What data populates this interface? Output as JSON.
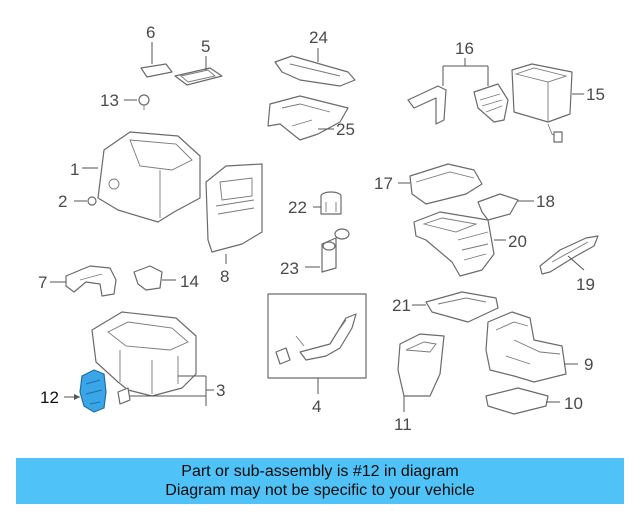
{
  "callouts": {
    "c1": "1",
    "c2": "2",
    "c3": "3",
    "c4": "4",
    "c5": "5",
    "c6": "6",
    "c7": "7",
    "c8": "8",
    "c9": "9",
    "c10": "10",
    "c11": "11",
    "c12": "12",
    "c13": "13",
    "c14": "14",
    "c15": "15",
    "c16": "16",
    "c17": "17",
    "c18": "18",
    "c19": "19",
    "c20": "20",
    "c21": "21",
    "c22": "22",
    "c23": "23",
    "c24": "24",
    "c25": "25"
  },
  "highlighted_part": "12",
  "colors": {
    "highlight": "#3aa6e8",
    "banner": "#4fc3f7"
  },
  "banner": {
    "line1": "Part or sub-assembly is #12 in diagram",
    "line2": "Diagram may not be specific to your vehicle"
  }
}
